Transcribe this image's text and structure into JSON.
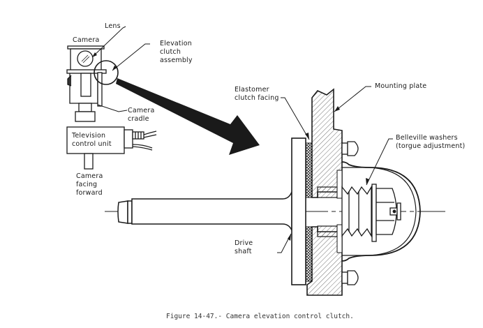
{
  "figure": {
    "caption": "Figure 14-47.- Camera elevation control clutch.",
    "inset_labels": {
      "lens": "Lens",
      "camera": "Camera",
      "elevation_clutch": [
        "Elevation",
        "clutch",
        "assembly"
      ],
      "camera_cradle": [
        "Camera",
        "cradle"
      ],
      "tv_control_unit": [
        "Television",
        "control unit"
      ],
      "camera_facing": [
        "Camera",
        "facing",
        "forward"
      ]
    },
    "detail_labels": {
      "elastomer": [
        "Elastomer",
        "clutch facing"
      ],
      "mounting_plate": "Mounting plate",
      "belleville": [
        "Belleville washers",
        "(torgue adjustment)"
      ],
      "drive_shaft": [
        "Drive",
        "shaft"
      ]
    }
  }
}
